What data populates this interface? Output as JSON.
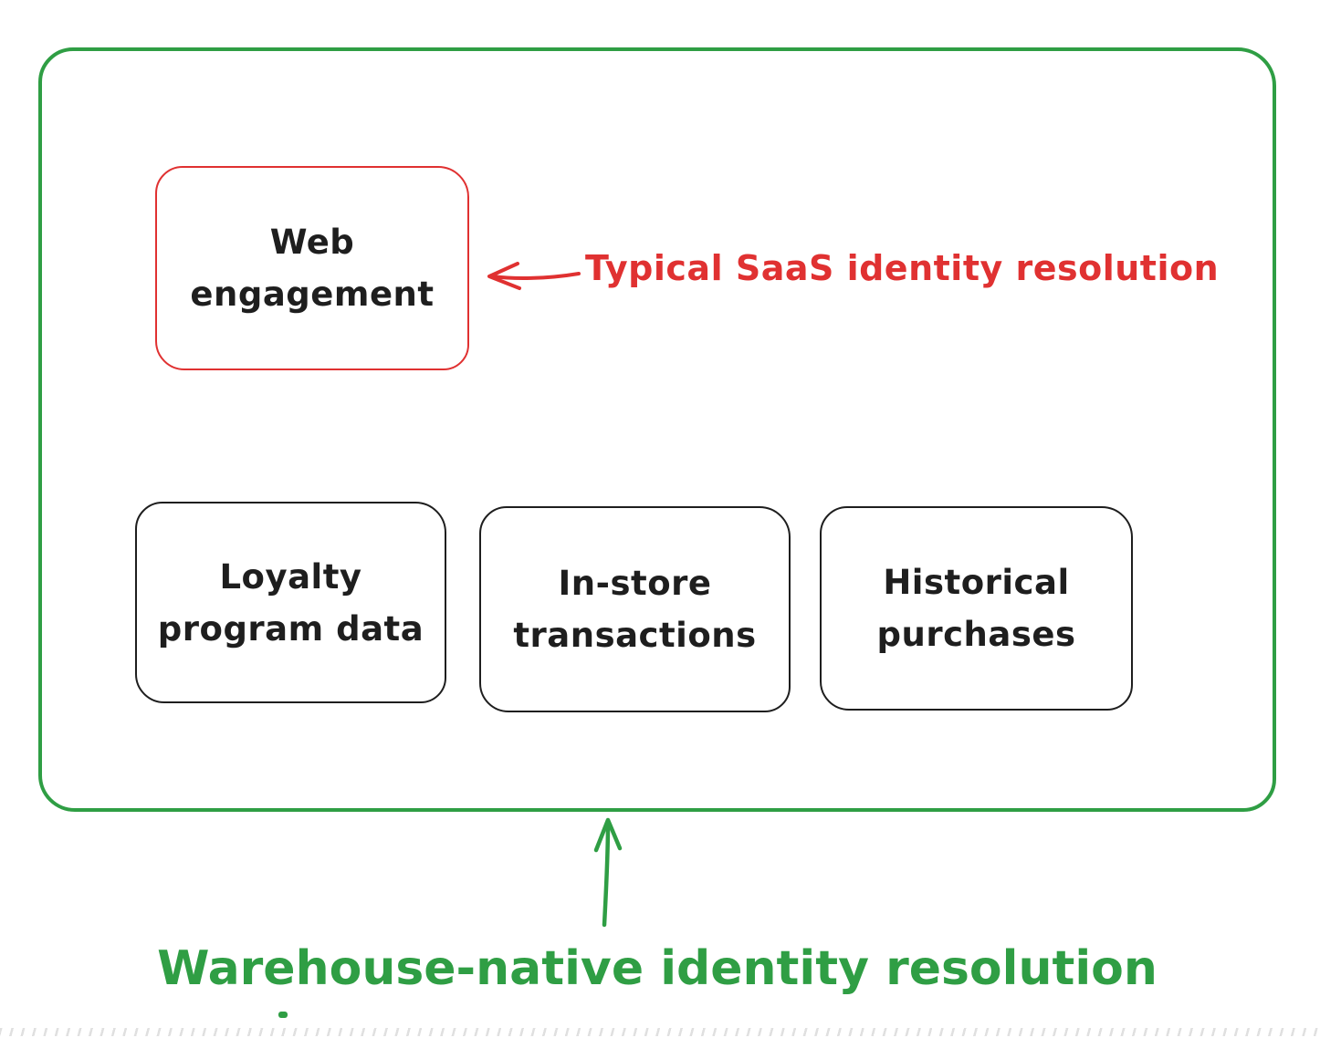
{
  "colors": {
    "green": "#2f9e44",
    "red": "#e03131",
    "ink": "#1e1e1e",
    "hatch": "#dddddd",
    "background": "#ffffff"
  },
  "boxes": [
    {
      "id": "web-engagement",
      "label": "Web\nengagement",
      "outline": "red"
    },
    {
      "id": "loyalty-program-data",
      "label": "Loyalty\nprogram data",
      "outline": "black"
    },
    {
      "id": "in-store-transactions",
      "label": "In-store\ntransactions",
      "outline": "black"
    },
    {
      "id": "historical-purchases",
      "label": "Historical\npurchases",
      "outline": "black"
    }
  ],
  "annotations": {
    "typical_saas": "Typical SaaS identity resolution",
    "warehouse_native": "Warehouse-native identity resolution"
  }
}
